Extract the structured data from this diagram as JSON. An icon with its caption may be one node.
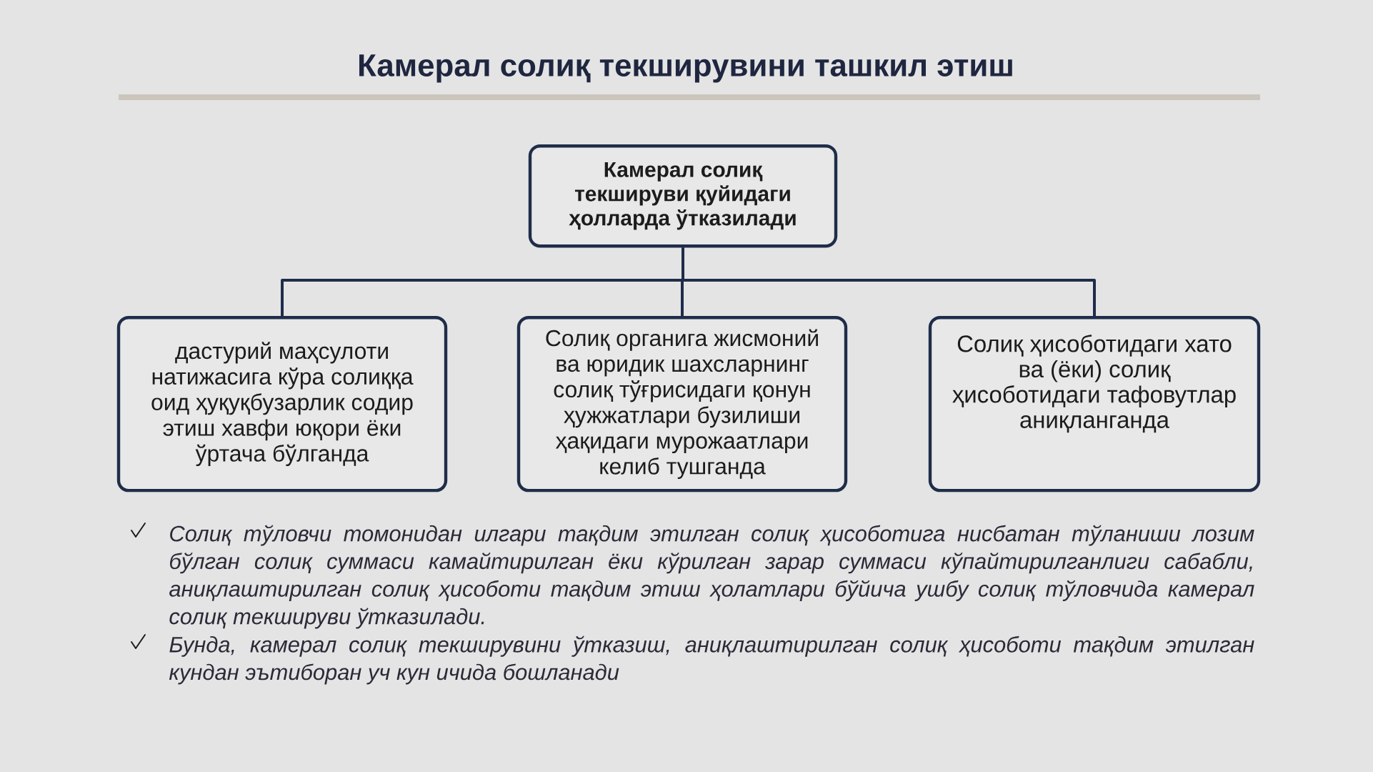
{
  "diagram": {
    "title": "Камерал солиқ текширувини ташкил этиш",
    "nodes": [
      {
        "text": [
          "Камерал солиқ текшируви қуйидаги ҳолларда ўтказилади"
        ]
      },
      {
        "text": [
          "дастурий маҳсулоти натижасига кўра солиққа оид ҳуқуқбузарлик содир этиш хавфи юқори ёки ўртача бўлганда"
        ]
      },
      {
        "text": [
          "Солиқ органига жисмоний ва юридик шахсларнинг солиқ тўғрисидаги қонун ҳужжатлари бузилиши ҳақидаги мурожаатлари келиб тушганда"
        ]
      },
      {
        "text": [
          "Солиқ ҳисоботидаги хато ва (ёки) солиқ ҳисоботидаги тафовутлар аниқланганда"
        ]
      }
    ],
    "edges": [
      {
        "from": 0,
        "to": 1,
        "arrow": "none"
      },
      {
        "from": 0,
        "to": 2,
        "arrow": "none"
      },
      {
        "from": 0,
        "to": 3,
        "arrow": "none"
      }
    ],
    "labels": [
      "Солиқ тўловчи томонидан илгари тақдим этилган солиқ ҳисоботига нисбатан тўланиши лозим бўлган солиқ суммаси камайтирилган ёки кўрилган зарар суммаси кўпайтирилганлиги сабабли, аниқлаштирилган солиқ ҳисоботи тақдим этиш ҳолатлари бўйича ушбу солиқ тўловчида камерал солиқ текшируви ўтказилади.",
      "Бунда, камерал солиқ текширувини ўтказиш, аниқлаштирилган солиқ ҳисоботи тақдим этилган кундан эътиборан уч кун ичида бошланади"
    ]
  }
}
